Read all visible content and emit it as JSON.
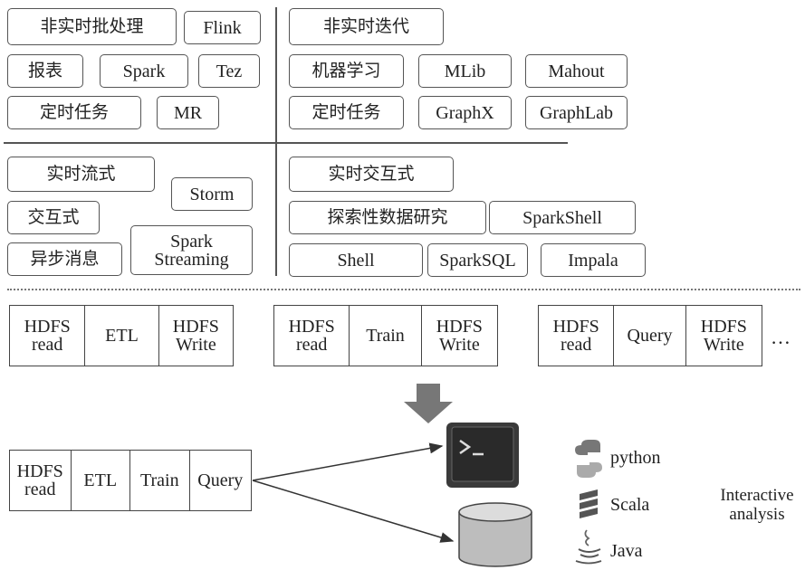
{
  "quadrants": {
    "top_left": {
      "title": "非实时批处理",
      "flink": "Flink",
      "report": "报表",
      "spark": "Spark",
      "tez": "Tez",
      "scheduled": "定时任务",
      "mr": "MR"
    },
    "top_right": {
      "title": "非实时迭代",
      "ml": "机器学习",
      "mlib": "MLib",
      "mahout": "Mahout",
      "scheduled": "定时任务",
      "graphx": "GraphX",
      "graphlab": "GraphLab"
    },
    "bottom_left": {
      "title": "实时流式",
      "storm": "Storm",
      "interactive": "交互式",
      "spark_streaming": "Spark\nStreaming",
      "async": "异步消息"
    },
    "bottom_right": {
      "title": "实时交互式",
      "explore": "探索性数据研究",
      "sparkshell": "SparkShell",
      "shell": "Shell",
      "sparksql": "SparkSQL",
      "impala": "Impala"
    }
  },
  "pipelines": [
    [
      "HDFS\nread",
      "ETL",
      "HDFS\nWrite"
    ],
    [
      "HDFS\nread",
      "Train",
      "HDFS\nWrite"
    ],
    [
      "HDFS\nread",
      "Query",
      "HDFS\nWrite"
    ]
  ],
  "ellipsis": "…",
  "unified": [
    "HDFS\nread",
    "ETL",
    "Train",
    "Query"
  ],
  "languages": [
    {
      "icon": "python-icon",
      "label": "python"
    },
    {
      "icon": "scala-icon",
      "label": "Scala"
    },
    {
      "icon": "java-icon",
      "label": "Java"
    }
  ],
  "interactive_analysis": "Interactive\nanalysis",
  "colors": {
    "arrow": "#777777",
    "terminal_bg": "#3a3a3a",
    "db": "#bdbdbd"
  }
}
